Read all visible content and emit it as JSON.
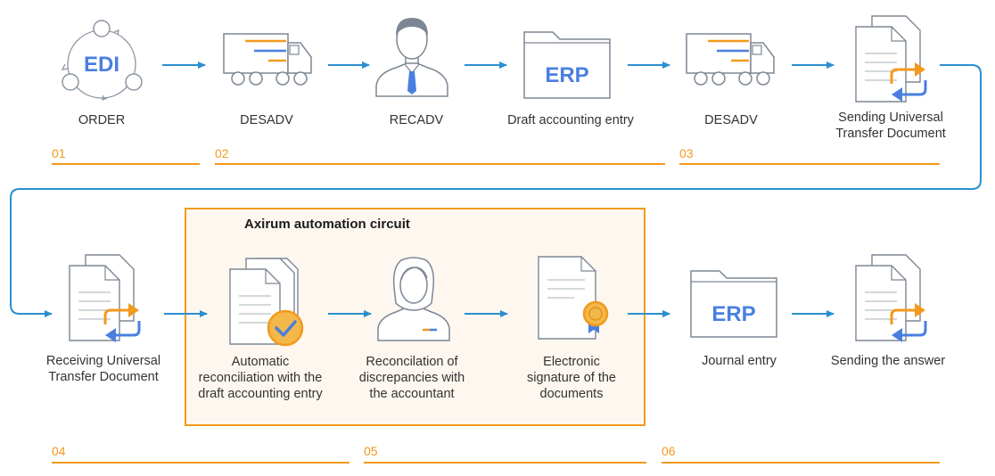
{
  "circuit_title": "Axirum automation circuit",
  "colors": {
    "accent": "#f29a1e",
    "flow": "#2a8fd0",
    "brand_blue": "#4a7fe0",
    "circuit_bg": "#fdf7ef"
  },
  "steps": [
    {
      "icon": "edi-cycle-icon",
      "icon_text": "EDI",
      "label": "ORDER"
    },
    {
      "icon": "truck-icon",
      "label": "DESADV"
    },
    {
      "icon": "businessman-icon",
      "label": "RECADV"
    },
    {
      "icon": "erp-folder-icon",
      "icon_text": "ERP",
      "label": "Draft accounting entry"
    },
    {
      "icon": "truck-icon",
      "label": "DESADV"
    },
    {
      "icon": "document-exchange-icon",
      "label_lines": [
        "Sending Universal",
        "Transfer Document"
      ]
    },
    {
      "icon": "document-exchange-icon",
      "label_lines": [
        "Receiving Universal",
        "Transfer Document"
      ]
    },
    {
      "icon": "documents-check-icon",
      "label_lines": [
        "Automatic",
        "reconciliation with the",
        "draft accounting entry"
      ]
    },
    {
      "icon": "accountant-icon",
      "label_lines": [
        "Reconcilation of",
        "discrepancies with",
        "the accountant"
      ]
    },
    {
      "icon": "signed-document-icon",
      "label_lines": [
        "Electronic",
        "signature of the",
        "documents"
      ]
    },
    {
      "icon": "erp-folder-icon",
      "icon_text": "ERP",
      "label": "Journal entry"
    },
    {
      "icon": "document-exchange-icon",
      "label": "Sending the answer"
    }
  ],
  "stage_numbers": [
    "01",
    "02",
    "03",
    "04",
    "05",
    "06"
  ]
}
